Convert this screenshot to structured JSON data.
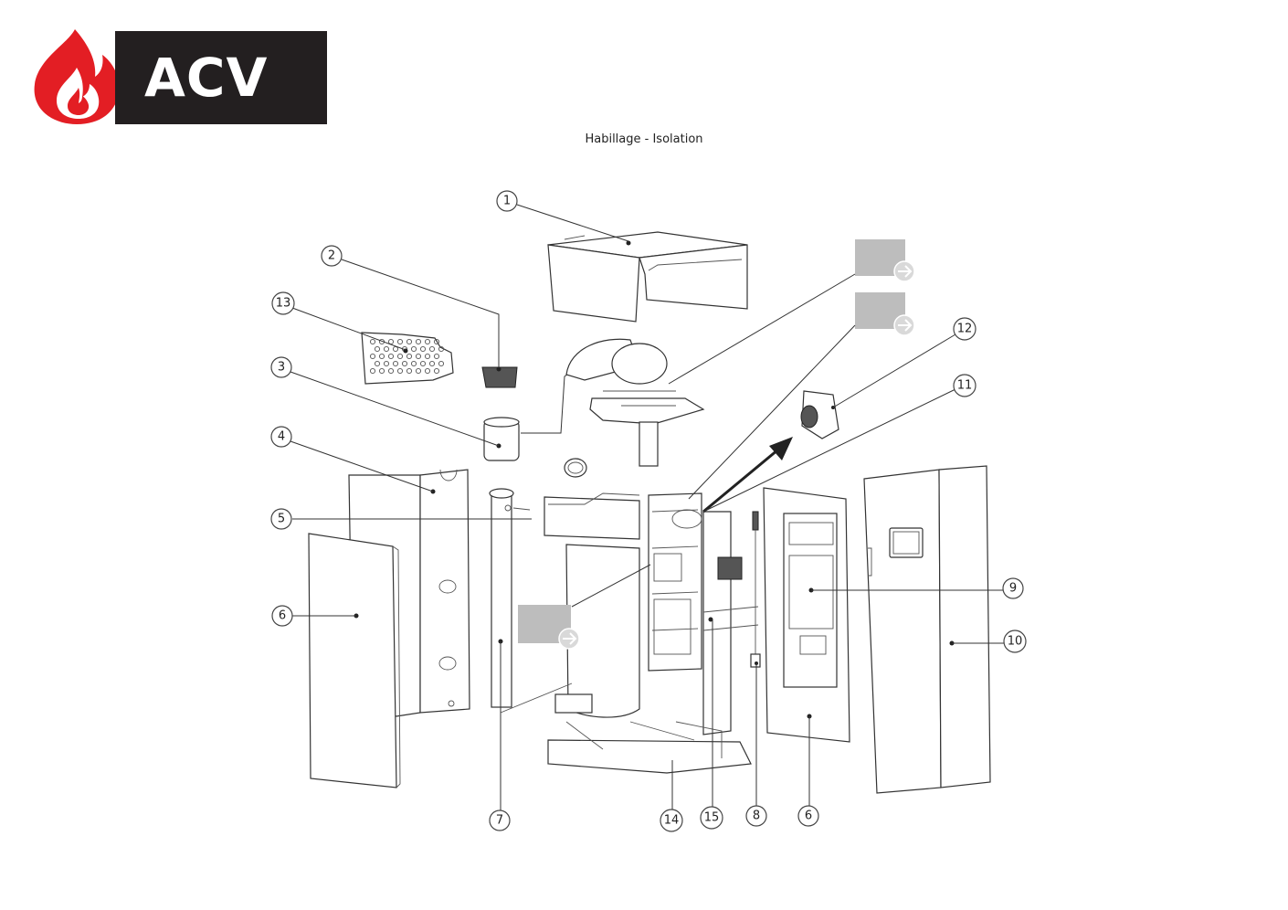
{
  "brand": {
    "name": "ACV",
    "colors": {
      "flame": "#e31e24",
      "box": "#231f20",
      "text": "#ffffff"
    }
  },
  "diagram": {
    "title": "Habillage - Isolation"
  },
  "callouts": [
    {
      "id": "c1",
      "label": "1"
    },
    {
      "id": "c2",
      "label": "2"
    },
    {
      "id": "c13",
      "label": "13"
    },
    {
      "id": "c3",
      "label": "3"
    },
    {
      "id": "c4",
      "label": "4"
    },
    {
      "id": "c5",
      "label": "5"
    },
    {
      "id": "c6a",
      "label": "6"
    },
    {
      "id": "c7",
      "label": "7"
    },
    {
      "id": "c14",
      "label": "14"
    },
    {
      "id": "c15",
      "label": "15"
    },
    {
      "id": "c8",
      "label": "8"
    },
    {
      "id": "c6b",
      "label": "6"
    },
    {
      "id": "c9",
      "label": "9"
    },
    {
      "id": "c10",
      "label": "10"
    },
    {
      "id": "c11",
      "label": "11"
    },
    {
      "id": "c12",
      "label": "12"
    }
  ],
  "links": [
    {
      "id": "link-burner",
      "icon": "arrow-right-icon"
    },
    {
      "id": "link-control",
      "icon": "arrow-right-icon"
    },
    {
      "id": "link-panel",
      "icon": "arrow-right-icon"
    }
  ]
}
